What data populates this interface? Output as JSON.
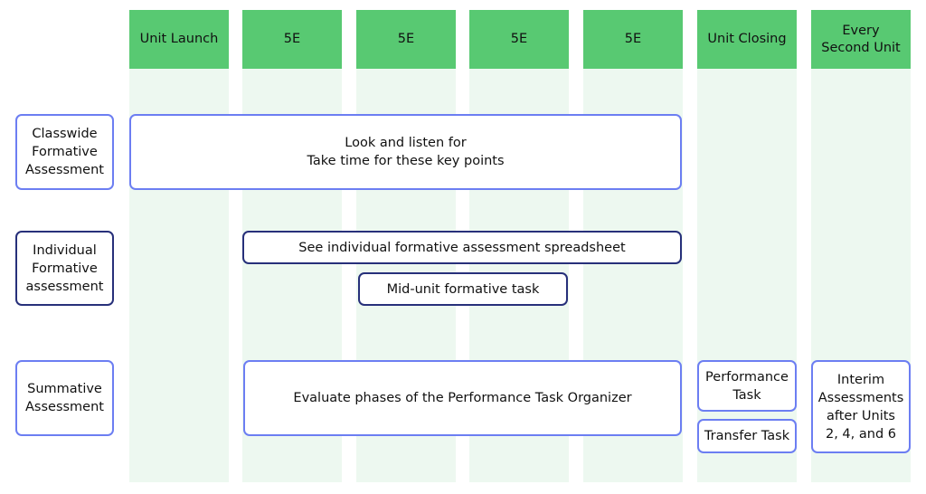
{
  "columns": [
    {
      "label": "Unit Launch"
    },
    {
      "label": "5E"
    },
    {
      "label": "5E"
    },
    {
      "label": "5E"
    },
    {
      "label": "5E"
    },
    {
      "label": "Unit Closing"
    },
    {
      "label": "Every\nSecond Unit"
    }
  ],
  "rows": {
    "classwide": {
      "label": "Classwide\nFormative\nAssessment"
    },
    "individual": {
      "label": "Individual\nFormative\nassessment"
    },
    "summative": {
      "label": "Summative\nAssessment"
    }
  },
  "tasks": {
    "look_listen": "Look and listen for\nTake time for these key points",
    "spreadsheet": "See individual formative assessment spreadsheet",
    "mid_unit": "Mid-unit formative task",
    "evaluate_phases": "Evaluate phases of the Performance Task Organizer",
    "performance_task": "Performance\nTask",
    "transfer_task": "Transfer Task",
    "interim": "Interim\nAssessments\nafter Units\n2, 4, and 6"
  },
  "colors": {
    "header_green": "#58c972",
    "column_tint": "#edf8f0",
    "border_light": "#6c7ef2",
    "border_dark": "#27307a"
  }
}
